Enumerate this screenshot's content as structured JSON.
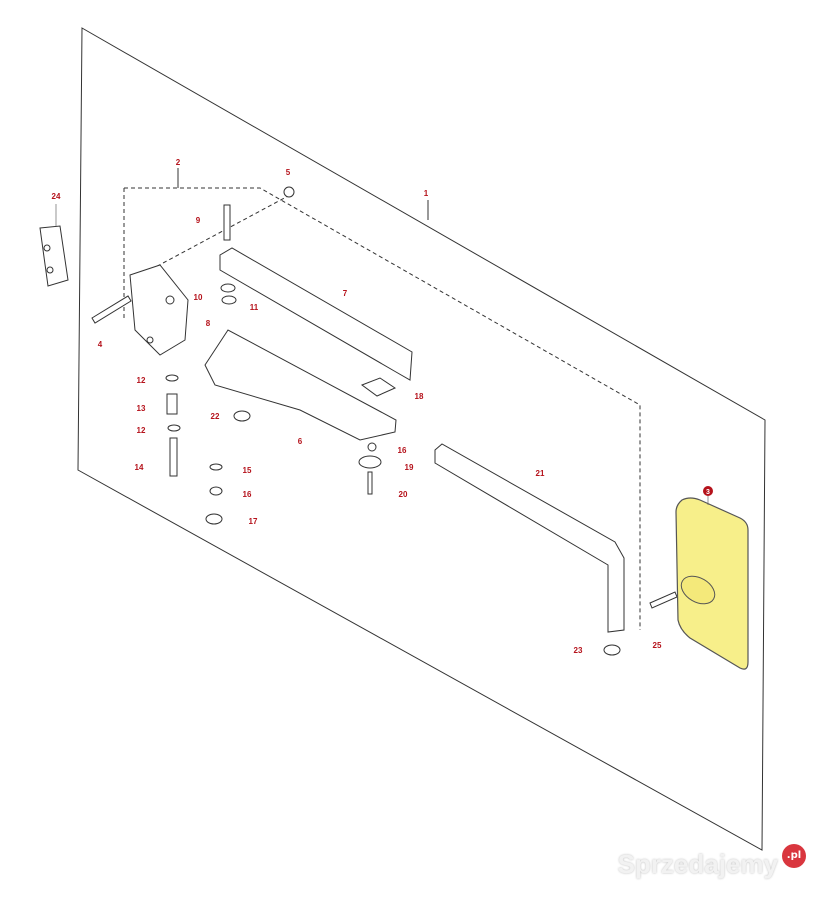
{
  "diagram": {
    "labels": [
      "1",
      "2",
      "3",
      "4",
      "5",
      "6",
      "7",
      "8",
      "9",
      "10",
      "11",
      "12",
      "13",
      "12",
      "14",
      "15",
      "16",
      "17",
      "18",
      "16",
      "19",
      "20",
      "21",
      "22",
      "23",
      "24",
      "25"
    ],
    "highlight_color": "#f7ef8a",
    "label_color": "#b5121b"
  },
  "watermark": {
    "text": "Sprzedajemy",
    "badge": ".pl"
  }
}
